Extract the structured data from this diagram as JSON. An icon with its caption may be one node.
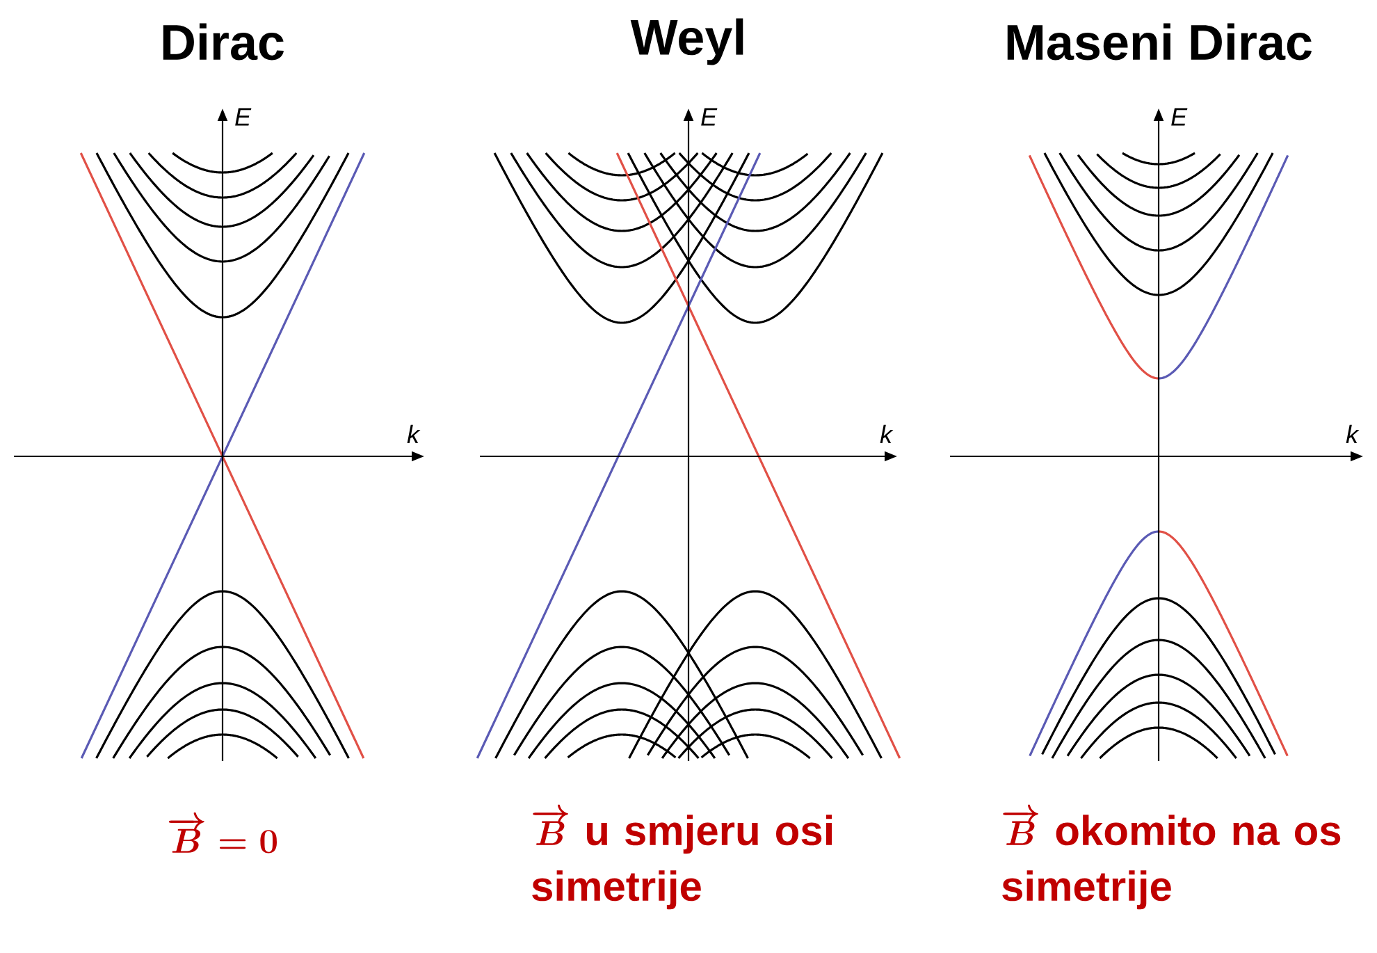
{
  "diagram": {
    "labels": [
      "Dirac",
      "Weyl",
      "Maseni Dirac",
      "E",
      "k",
      "E",
      "k",
      "E",
      "k",
      "\\overrightarrow{B} = 0",
      "\\overrightarrow{B}",
      "u smjeru osi simetrije",
      "\\overrightarrow{B}",
      "okomito na os simetrije"
    ]
  }
}
